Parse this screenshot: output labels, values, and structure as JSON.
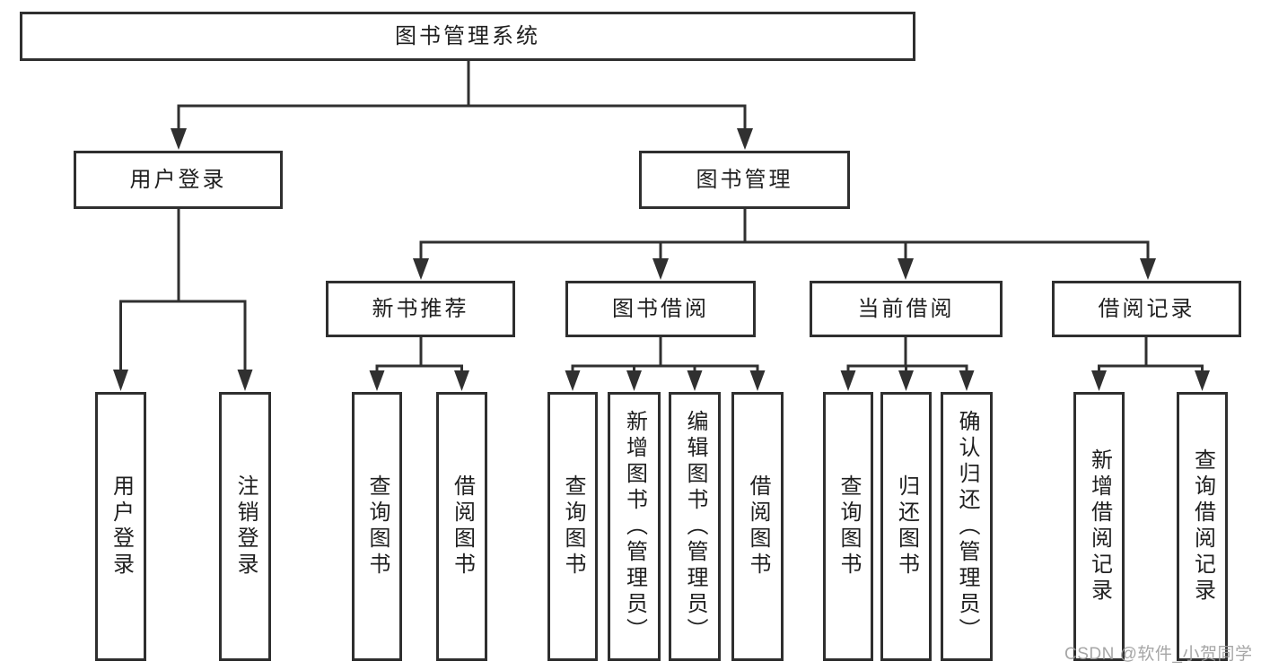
{
  "diagram_title": "图书管理系统",
  "tree": {
    "label": "图书管理系统",
    "children": [
      {
        "label": "用户登录",
        "children": [
          {
            "label": "用户登录"
          },
          {
            "label": "注销登录"
          }
        ]
      },
      {
        "label": "图书管理",
        "children": [
          {
            "label": "新书推荐",
            "children": [
              {
                "label": "查询图书"
              },
              {
                "label": "借阅图书"
              }
            ]
          },
          {
            "label": "图书借阅",
            "children": [
              {
                "label": "查询图书"
              },
              {
                "label": "新增图书（管理员）"
              },
              {
                "label": "编辑图书（管理员）"
              },
              {
                "label": "借阅图书"
              }
            ]
          },
          {
            "label": "当前借阅",
            "children": [
              {
                "label": "查询图书"
              },
              {
                "label": "归还图书"
              },
              {
                "label": "确认归还（管理员）"
              }
            ]
          },
          {
            "label": "借阅记录",
            "children": [
              {
                "label": "新增借阅记录"
              },
              {
                "label": "查询借阅记录"
              }
            ]
          }
        ]
      }
    ]
  },
  "watermark": "CSDN @软件_小贺同学",
  "colors": {
    "line": "#303030",
    "box_border": "#2f2f2f",
    "text": "#1f1f1f",
    "watermark": "#9d9d9d",
    "background": "#ffffff"
  }
}
